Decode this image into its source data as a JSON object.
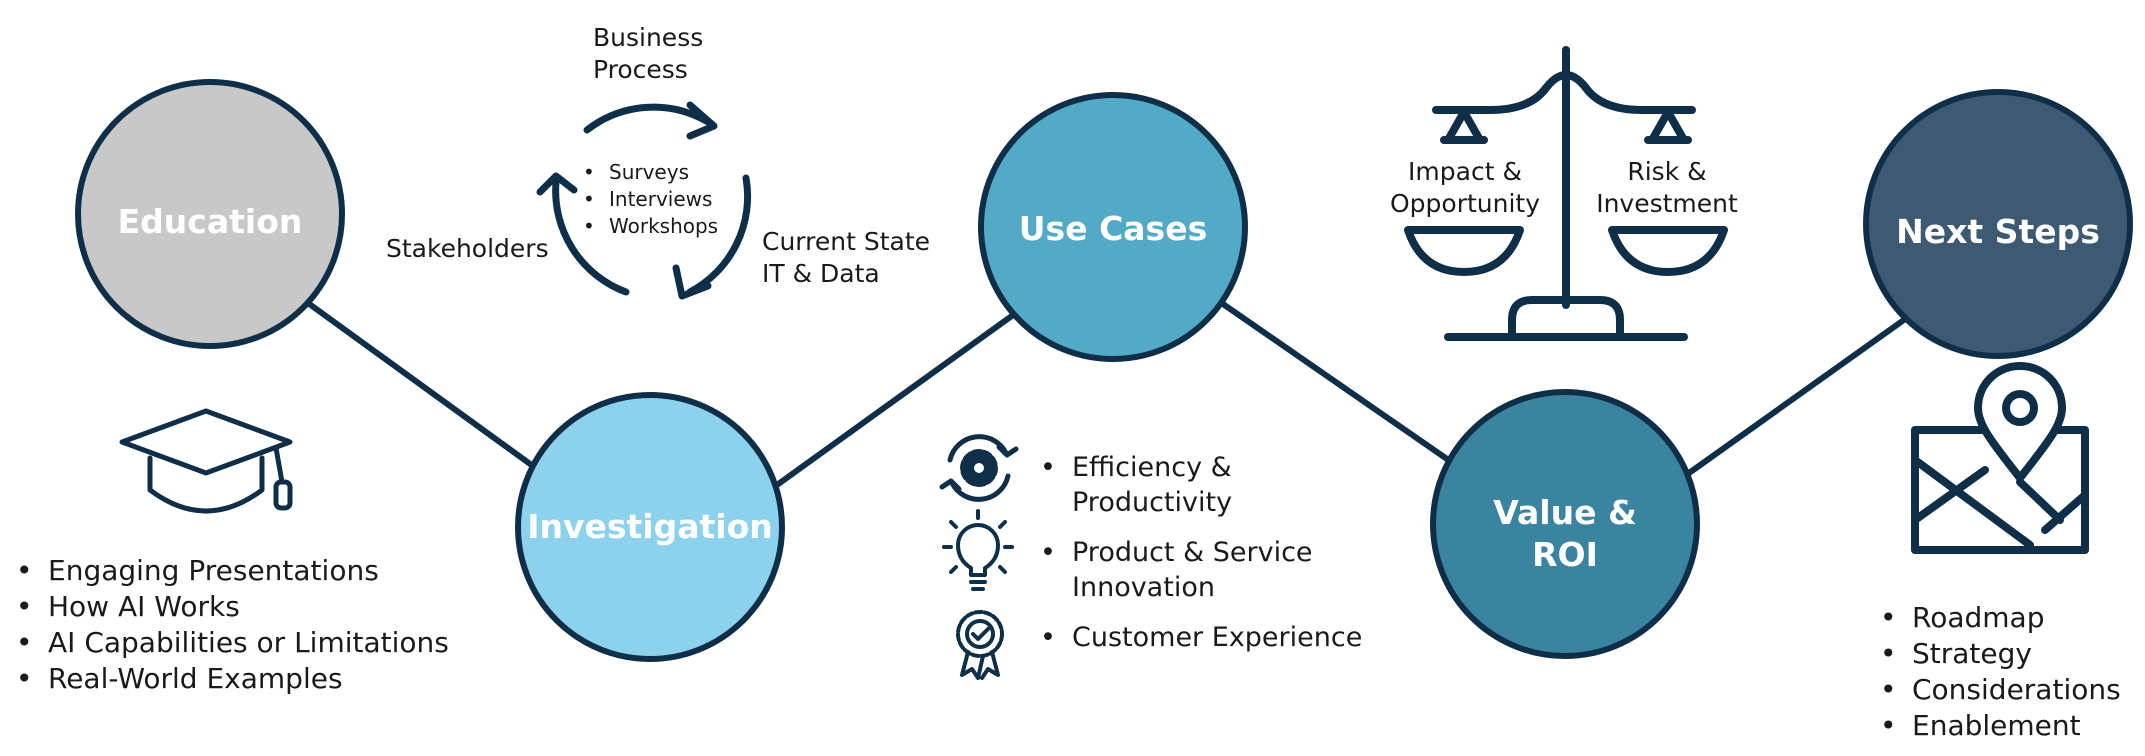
{
  "steps": [
    {
      "label": "Education",
      "fill": "#c8c8c8"
    },
    {
      "label": "Investigation",
      "fill": "#8dd2ec"
    },
    {
      "label": "Use Cases",
      "fill": "#52aac6"
    },
    {
      "label_lines": [
        "Value &",
        "ROI"
      ],
      "fill": "#3a84a0"
    },
    {
      "label": "Next Steps",
      "fill": "#3d5a72"
    }
  ],
  "outline_color": "#0f2e48",
  "education": {
    "icon": "graduation-cap-icon",
    "bullets": [
      "Engaging Presentations",
      "How AI Works",
      "AI Capabilities or Limitations",
      "Real-World Examples"
    ]
  },
  "investigation": {
    "icon": "cycle-arrows-icon",
    "business_process": [
      "Business",
      "Process"
    ],
    "stakeholders": "Stakeholders",
    "current_state": [
      "Current State",
      "IT & Data"
    ],
    "methods": [
      "Surveys",
      "Interviews",
      "Workshops"
    ]
  },
  "use_cases": {
    "items": [
      {
        "icon": "gear-cycle-icon",
        "lines": [
          "Efficiency &",
          "Productivity"
        ]
      },
      {
        "icon": "lightbulb-icon",
        "lines": [
          "Product & Service",
          "Innovation"
        ]
      },
      {
        "icon": "award-badge-icon",
        "lines": [
          "Customer Experience"
        ]
      }
    ]
  },
  "value_roi": {
    "icon": "balance-scale-icon",
    "left_pan": [
      "Impact &",
      "Opportunity"
    ],
    "right_pan": [
      "Risk &",
      "Investment"
    ]
  },
  "next_steps": {
    "icon": "map-pin-icon",
    "bullets": [
      "Roadmap",
      "Strategy",
      "Considerations",
      "Enablement"
    ]
  }
}
